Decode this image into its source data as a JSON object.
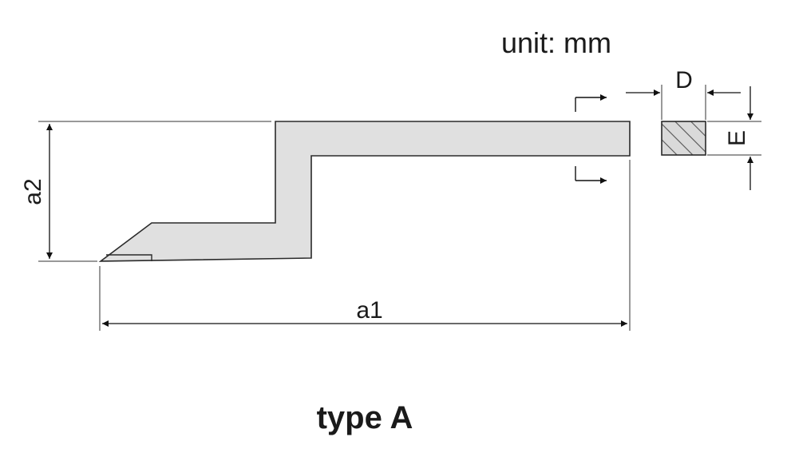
{
  "drawing": {
    "unit_label": "unit: mm",
    "type_label": "type A",
    "dimensions": {
      "length": "a1",
      "height": "a2",
      "width": "D",
      "thickness": "E"
    },
    "colors": {
      "body_fill": "#e0e0e0",
      "outline": "#2a2a2a",
      "hatch": "#555555"
    }
  }
}
